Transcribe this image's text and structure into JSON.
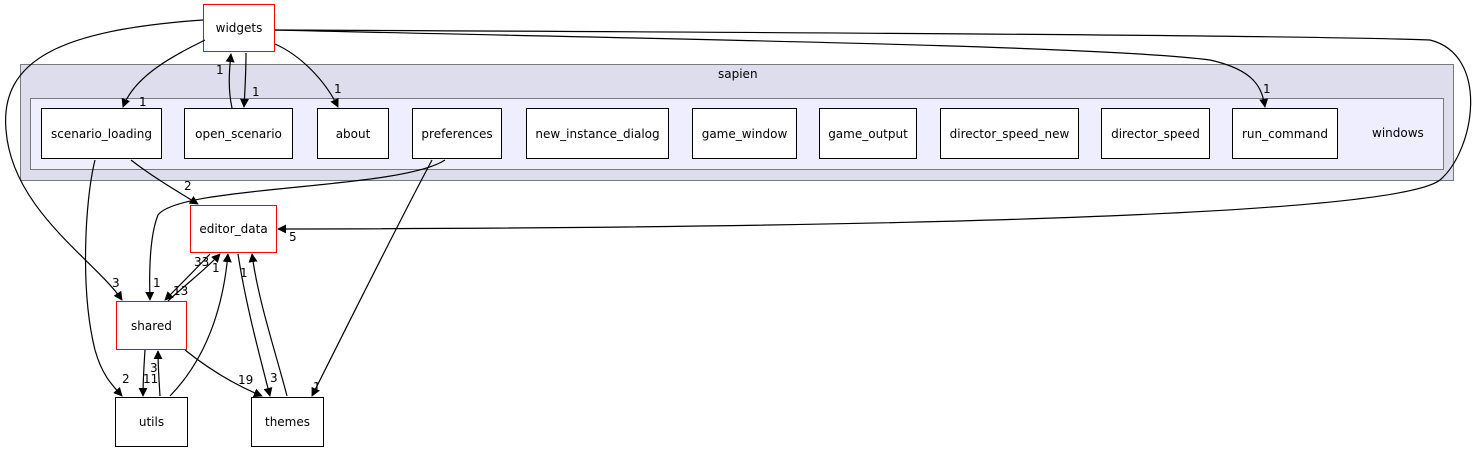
{
  "clusters": {
    "outer_label": "sapien",
    "inner_label": "windows"
  },
  "nodes": {
    "widgets": "widgets",
    "scenario_loading": "scenario_loading",
    "open_scenario": "open_scenario",
    "about": "about",
    "preferences": "preferences",
    "new_instance_dialog": "new_instance_dialog",
    "game_window": "game_window",
    "game_output": "game_output",
    "director_speed_new": "director_speed_new",
    "director_speed": "director_speed",
    "run_command": "run_command",
    "editor_data": "editor_data",
    "shared": "shared",
    "utils": "utils",
    "themes": "themes"
  },
  "edges": [
    {
      "from": "widgets",
      "to": "scenario_loading",
      "label": "1"
    },
    {
      "from": "widgets",
      "to": "open_scenario",
      "label": "1"
    },
    {
      "from": "open_scenario",
      "to": "widgets",
      "label": "1"
    },
    {
      "from": "widgets",
      "to": "about",
      "label": "1"
    },
    {
      "from": "widgets",
      "to": "run_command",
      "label": "1"
    },
    {
      "from": "widgets",
      "to": "shared",
      "label": "3"
    },
    {
      "from": "widgets",
      "to": "editor_data",
      "label": "5"
    },
    {
      "from": "scenario_loading",
      "to": "editor_data",
      "label": "2"
    },
    {
      "from": "scenario_loading",
      "to": "utils",
      "label": "2"
    },
    {
      "from": "preferences",
      "to": "shared",
      "label": "1"
    },
    {
      "from": "preferences",
      "to": "themes",
      "label": "1"
    },
    {
      "from": "shared",
      "to": "editor_data",
      "label": "33"
    },
    {
      "from": "editor_data",
      "to": "shared",
      "label": "13"
    },
    {
      "from": "shared",
      "to": "utils",
      "label": "11"
    },
    {
      "from": "utils",
      "to": "shared",
      "label": "3"
    },
    {
      "from": "utils",
      "to": "editor_data",
      "label": "1"
    },
    {
      "from": "shared",
      "to": "themes",
      "label": "19"
    },
    {
      "from": "editor_data",
      "to": "themes",
      "label": "3"
    },
    {
      "from": "themes",
      "to": "editor_data",
      "label": "1"
    }
  ],
  "colors": {
    "node_border": "#000000",
    "external_border": "#ff0000",
    "outer_fill": "#dddded",
    "inner_fill": "#eeeeff"
  }
}
